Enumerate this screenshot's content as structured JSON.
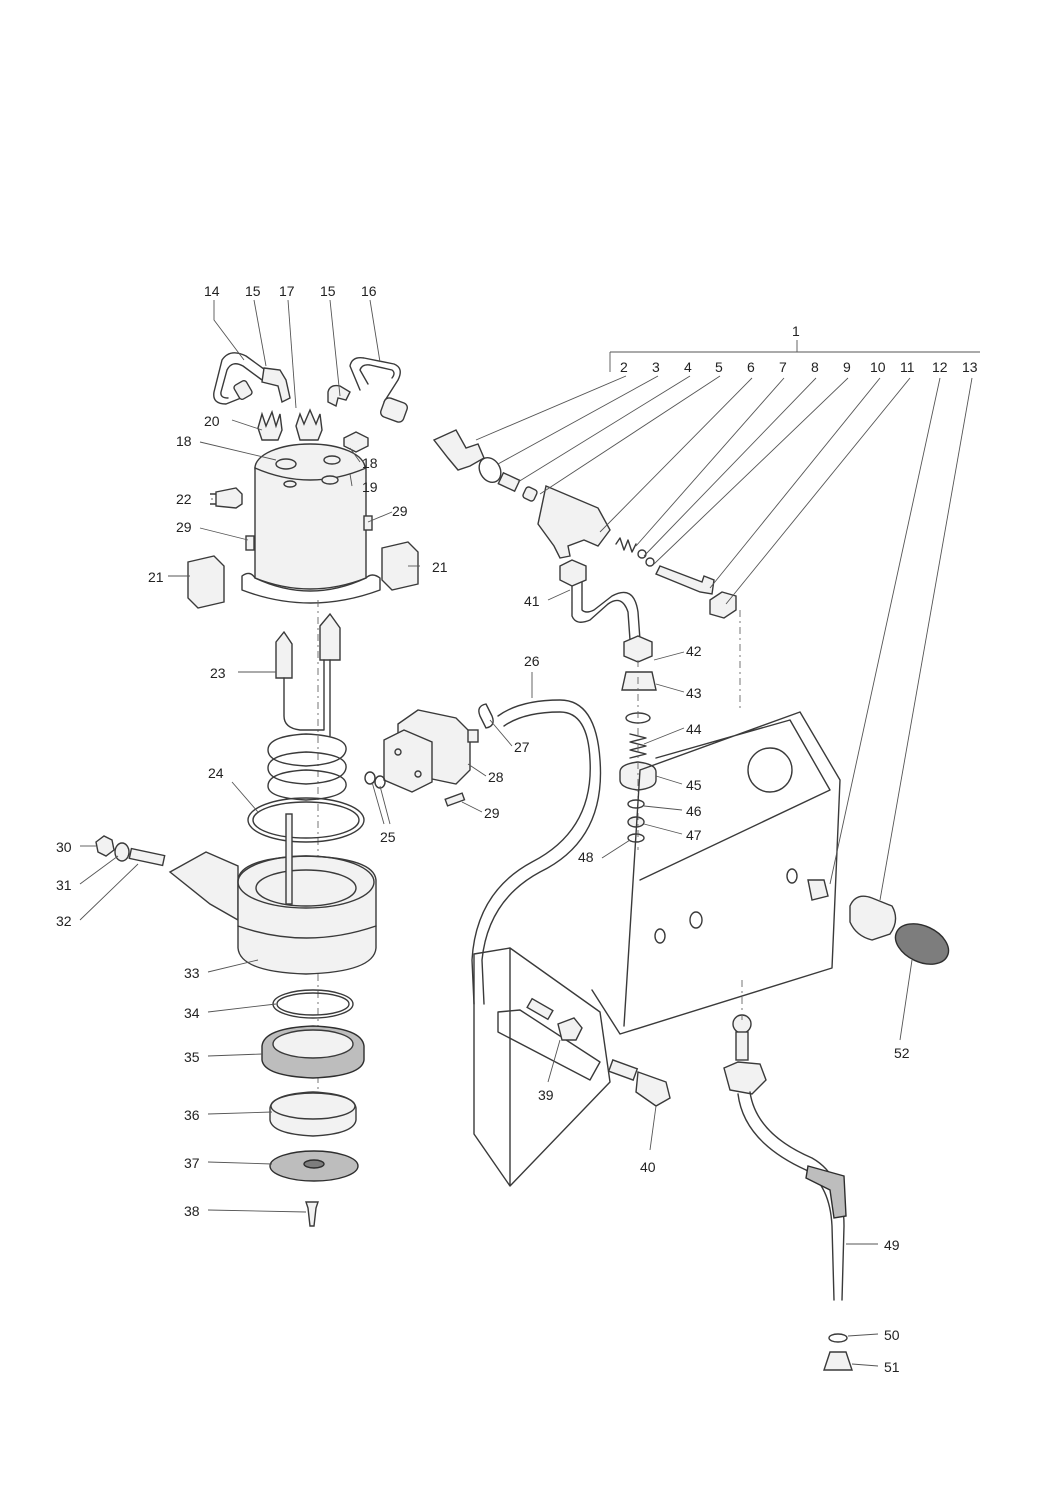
{
  "callouts": [
    "1",
    "2",
    "3",
    "4",
    "5",
    "6",
    "7",
    "8",
    "9",
    "10",
    "11",
    "12",
    "13",
    "14",
    "15",
    "16",
    "17",
    "18",
    "19",
    "20",
    "21",
    "22",
    "23",
    "24",
    "25",
    "26",
    "27",
    "28",
    "29",
    "30",
    "31",
    "32",
    "33",
    "34",
    "35",
    "36",
    "37",
    "38",
    "39",
    "40",
    "41",
    "42",
    "43",
    "44",
    "45",
    "46",
    "47",
    "48",
    "49",
    "50",
    "51",
    "52"
  ],
  "callout_color": "#222222",
  "line_color": "#3a3a3a"
}
